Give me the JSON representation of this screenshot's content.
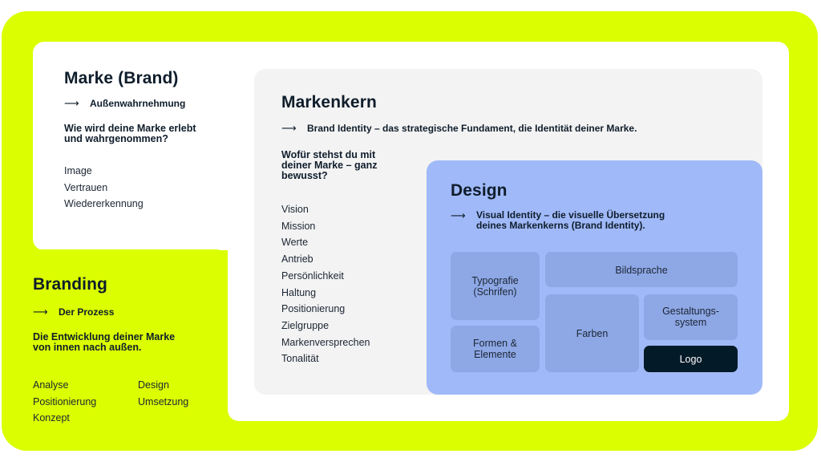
{
  "colors": {
    "accent_green": "#dbff00",
    "panel_white": "#ffffff",
    "core_grey": "#f3f3f3",
    "design_blue": "#a0b9f8",
    "tile_blue": "#8ea8e6",
    "logo_dark": "#031a28",
    "text_dark": "#0f1d2b"
  },
  "arrow_icon": "⟶",
  "brand": {
    "title": "Marke (Brand)",
    "subtitle": "Außenwahrnehmung",
    "question_line1": "Wie wird deine Marke erlebt",
    "question_line2": "und wahrgenommen?",
    "items": [
      "Image",
      "Vertrauen",
      "Wiedererkennung"
    ]
  },
  "branding": {
    "title": "Branding",
    "subtitle": "Der Prozess",
    "question_line1": "Die Entwicklung deiner Marke",
    "question_line2": "von innen nach außen.",
    "items_col1": [
      "Analyse",
      "Positionierung",
      "Konzept"
    ],
    "items_col2": [
      "Design",
      "Umsetzung"
    ]
  },
  "core": {
    "title": "Markenkern",
    "subtitle": "Brand Identity – das strategische Fundament, die Identität deiner Marke.",
    "question_line1": "Wofür stehst du mit",
    "question_line2": "deiner Marke – ganz",
    "question_line3": "bewusst?",
    "items": [
      "Vision",
      "Mission",
      "Werte",
      "Antrieb",
      "Persönlichkeit",
      "Haltung",
      "Positionierung",
      "Zielgruppe",
      "Markenversprechen",
      "Tonalität"
    ]
  },
  "design": {
    "title": "Design",
    "subtitle_line1": "Visual Identity – die visuelle Übersetzung",
    "subtitle_line2": "deines Markenkerns (Brand Identity).",
    "tiles": {
      "typografie_line1": "Typografie",
      "typografie_line2": "(Schrifen)",
      "formen_line1": "Formen &",
      "formen_line2": "Elemente",
      "bildsprache": "Bildsprache",
      "farben": "Farben",
      "gestaltung_line1": "Gestaltungs-",
      "gestaltung_line2": "system",
      "logo": "Logo"
    }
  }
}
